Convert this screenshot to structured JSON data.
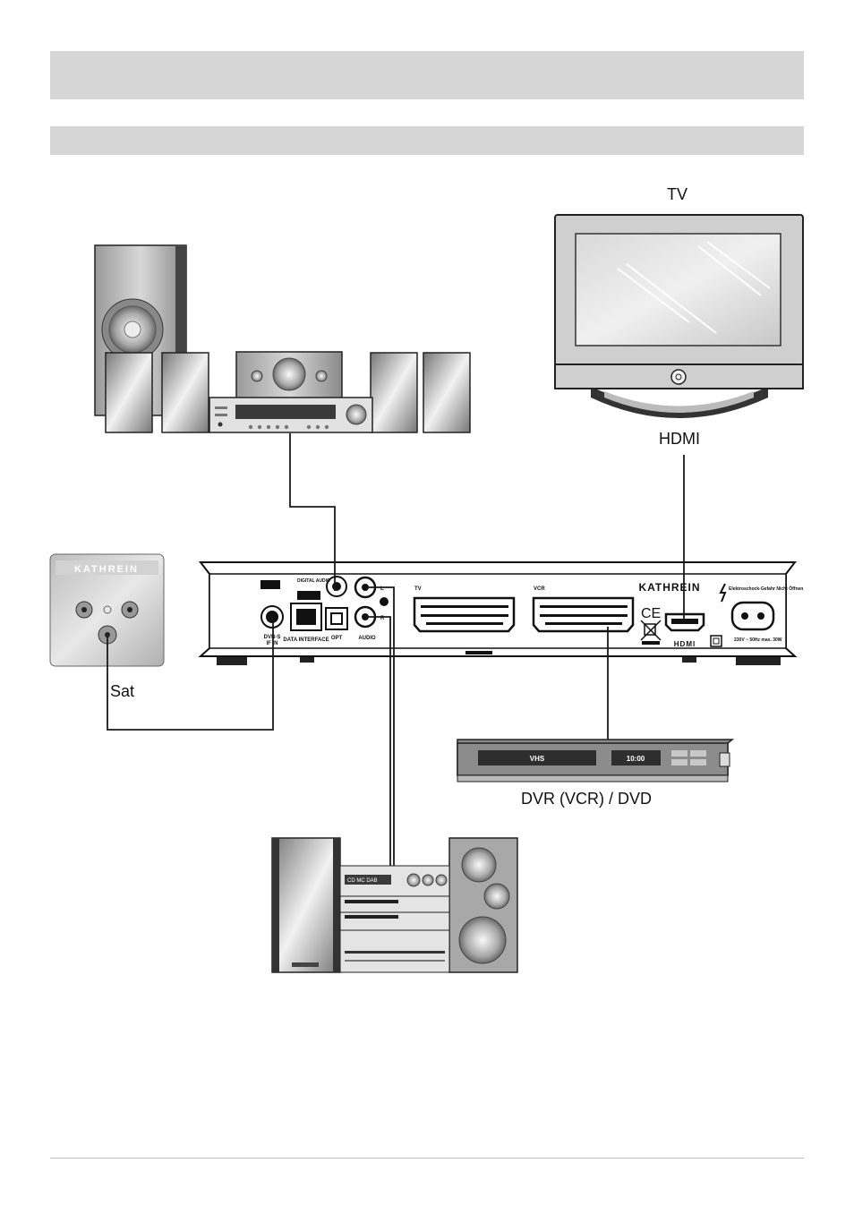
{
  "labels": {
    "tv": "TV",
    "hdmi": "HDMI",
    "sat": "Sat",
    "dvr": "DVR (VCR) / DVD"
  },
  "wall_socket": {
    "brand": "KATHREIN"
  },
  "receiver": {
    "brand": "KATHREIN",
    "ports": {
      "dvbs": "DVB-S",
      "if_in": "IF IN",
      "digital_audio": "DIGITAL AUDIO",
      "data_interface": "DATA INTERFACE",
      "opt": "OPT",
      "audio": "AUDIO",
      "audio_l": "L",
      "audio_r": "R",
      "tv_scart": "TV",
      "vcr_scart": "VCR",
      "hdmi": "HDMI",
      "ce": "CE",
      "warning": "Elektroschock-Gefahr Nicht Öffnen",
      "power": "230V ~ 50Hz max. 30W"
    }
  },
  "dvr_device": {
    "display_left": "VHS",
    "display_right": "10:00"
  },
  "stereo_display": "CD  MC  DAB",
  "colors": {
    "band": "#d6d6d6",
    "line": "#1a1a1a",
    "device_dark": "#3a3a3a",
    "device_light": "#e6e6e6"
  }
}
